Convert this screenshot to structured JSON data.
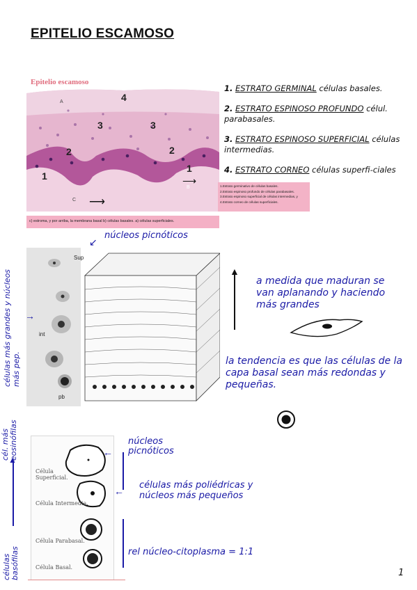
{
  "title": "EPITELIO ESCAMOSO",
  "histology": {
    "heading": "Epitelio escamoso",
    "labels": [
      "4",
      "3",
      "3",
      "2",
      "2",
      "1",
      "1",
      "A",
      "B",
      "C"
    ],
    "legend": [
      "1.Estrato germinativo de células basales.",
      "2.Estrato espinoso profundo de células parabasales.",
      "3.Estrato espinoso superficial de células intermedias, y",
      "4.Estrato corneo de células superficiales."
    ],
    "caption": "c) estroma, y por arriba, la membrana basal b) células basales. a) células superficiales."
  },
  "layers": [
    {
      "num": "1.",
      "name": "ESTRATO GERMINAL",
      "desc": "células basales."
    },
    {
      "num": "2.",
      "name": "ESTRATO ESPINOSO PROFUNDO",
      "desc": "célul. parabasales."
    },
    {
      "num": "3.",
      "name": "ESTRATO ESPINOSO SUPERFICIAL",
      "desc": "células intermedias."
    },
    {
      "num": "4.",
      "name": "ESTRATO CORNEO",
      "desc": "células superfi-ciales"
    }
  ],
  "micro": {
    "labels": [
      "Sup",
      "int",
      "pb"
    ],
    "note_picnoticos": "núcleos picnóticos",
    "side_note": "células más grandes y núcleos más pep.",
    "arrow_note": "a medida que maduran se van aplanando y haciendo más grandes",
    "tendency_note": "la tendencia es que las células de la capa basal sean más redondas y pequeñas."
  },
  "cells": {
    "labels": [
      "Célula Superficial.",
      "Célula Intermedia.",
      "Célula Parabasal.",
      "Célula Basal."
    ],
    "note_top": "núcleos picnóticos",
    "note_mid": "células más poliédricas y núcleos más pequeños",
    "note_ratio": "rel núcleo-citoplasma = 1:1",
    "left_top": "cél. más eosinófilas",
    "left_bottom": "células basófilas"
  },
  "page_number": "1",
  "colors": {
    "ink": "#1a1aa6",
    "pink": "#f4b0c5",
    "tissue": "#d58fb3"
  }
}
